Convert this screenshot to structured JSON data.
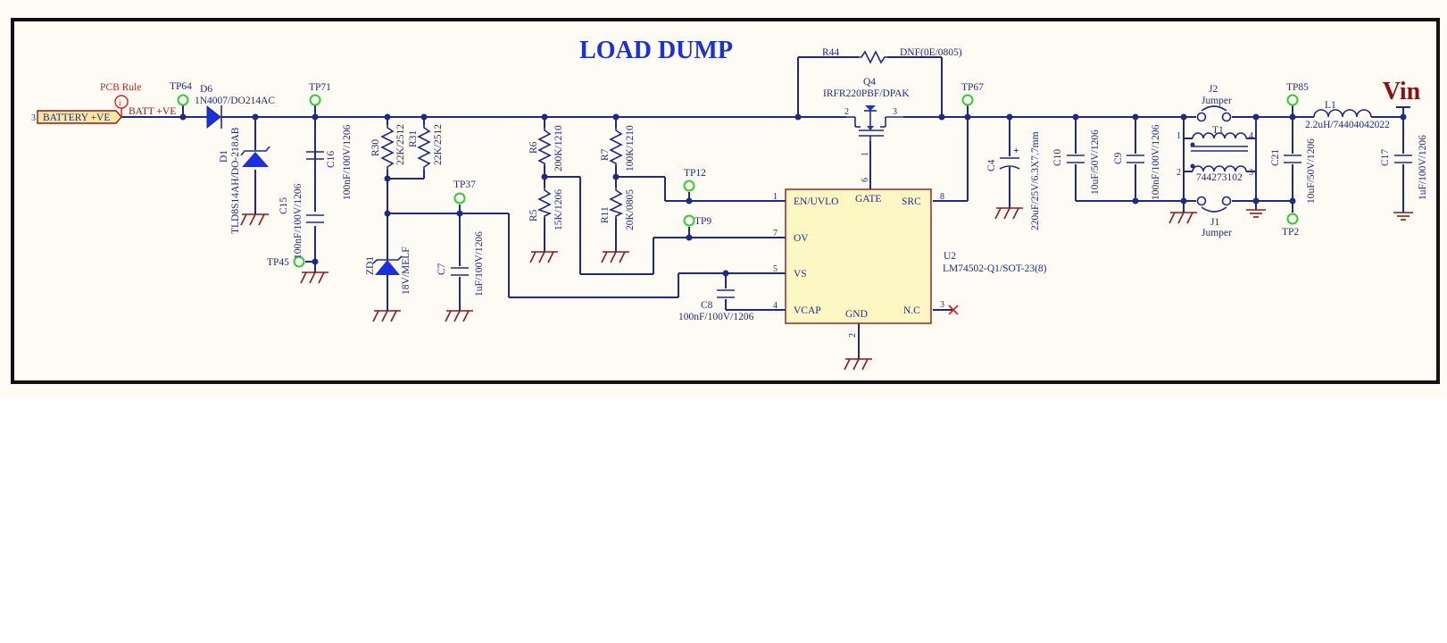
{
  "title": "LOAD DUMP",
  "vin_label": "Vin",
  "port": {
    "label": "BATTERY +VE",
    "pin": "3"
  },
  "pcb_rule": "PCB Rule",
  "net_label": "BATT +VE",
  "testpoints": {
    "tp64": "TP64",
    "tp71": "TP71",
    "tp45": "TP45",
    "tp37": "TP37",
    "tp12": "TP12",
    "tp9": "TP9",
    "tp67": "TP67",
    "tp85": "TP85",
    "tp2": "TP2"
  },
  "components": {
    "d6": {
      "ref": "D6",
      "value": "1N4007/DO214AC"
    },
    "d1": {
      "ref": "D1",
      "value": "TLD8S14AH/DO-218AB"
    },
    "c16": {
      "ref": "C16",
      "value": "100nF/100V/1206"
    },
    "c15": {
      "ref": "C15",
      "value": "100nF/100V/1206"
    },
    "r30": {
      "ref": "R30",
      "value": "22K/2512"
    },
    "r31": {
      "ref": "R31",
      "value": "22K/2512"
    },
    "zd1": {
      "ref": "ZD1",
      "value": "18V/MELF"
    },
    "c7": {
      "ref": "C7",
      "value": "1uF/100V/1206"
    },
    "r6": {
      "ref": "R6",
      "value": "200K/1210"
    },
    "r5": {
      "ref": "R5",
      "value": "15K/1206"
    },
    "r7": {
      "ref": "R7",
      "value": "100K/1210"
    },
    "r11": {
      "ref": "R11",
      "value": "20K/0805"
    },
    "r44": {
      "ref": "R44",
      "value": "DNF(0E/0805)"
    },
    "q4": {
      "ref": "Q4",
      "value": "IRFR220PBF/DPAK",
      "pin_left": "2",
      "pin_right": "3",
      "pin_gate": "1"
    },
    "c8": {
      "ref": "C8",
      "value": "100nF/100V/1206"
    },
    "u2": {
      "ref": "U2",
      "value": "LM74502-Q1/SOT-23(8)"
    },
    "c4": {
      "ref": "C4",
      "value": "220uF/25V/6.3X7.7mm"
    },
    "c10": {
      "ref": "C10",
      "value": "10uF/50V/1206"
    },
    "c9": {
      "ref": "C9",
      "value": "100nF/100V/1206"
    },
    "j2": {
      "ref": "J2",
      "value": "Jumper"
    },
    "t1": {
      "ref": "T1",
      "value": "744273102",
      "p1": "1",
      "p2": "2",
      "p3": "3",
      "p4": "4"
    },
    "j1": {
      "ref": "J1",
      "value": "Jumper"
    },
    "c21": {
      "ref": "C21",
      "value": "10uF/50V/1206"
    },
    "l1": {
      "ref": "L1",
      "value": "2.2uH/74404042022"
    },
    "c17": {
      "ref": "C17",
      "value": "1uF/100V/1206"
    }
  },
  "u2_pins": {
    "en": {
      "name": "EN/UVLO",
      "num": "1"
    },
    "ov": {
      "name": "OV",
      "num": "7"
    },
    "vs": {
      "name": "VS",
      "num": "5"
    },
    "vcap": {
      "name": "VCAP",
      "num": "4"
    },
    "gate": {
      "name": "GATE",
      "num": "6"
    },
    "src": {
      "name": "SRC",
      "num": "8"
    },
    "nc": {
      "name": "N.C",
      "num": "3"
    },
    "gnd": {
      "name": "GND",
      "num": "2"
    }
  },
  "colors": {
    "wire": "#1f2a87",
    "title": "#1a2fe0",
    "vin": "#8b1010",
    "testpoint": "#33cc33",
    "ground": "#8b1a1a",
    "ic_fill": "#fdf8c3",
    "ic_border": "#8b1a1a",
    "port_fill": "#fbe7a0",
    "pcb_rule": "#e21c1c",
    "background": "#fdfbf3"
  }
}
